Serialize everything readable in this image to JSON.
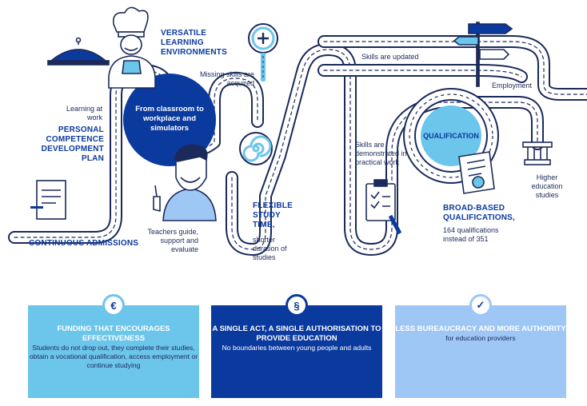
{
  "labels": {
    "versatile": "VERSATILE LEARNING ENVIRONMENTS",
    "missing_skills": "Missing skills are acquired",
    "skills_updated": "Skills are updated",
    "employment": "Employment",
    "learning_at_work": "Learning at work",
    "personal_plan": "PERSONAL COMPETENCE DEVELOPMENT PLAN",
    "from_classroom": "From classroom to workplace and simulators",
    "continuous_admissions": "CONTINUOUS ADMISSIONS",
    "teachers_guide": "Teachers guide, support and evaluate",
    "flexible_title": "FLEXIBLE STUDY TIME,",
    "flexible_desc": "shorter duration of studies",
    "skills_demonstrated": "Skills are demonstrated in practical work",
    "qualification": "QUALIFICATION",
    "broad_title": "BROAD-BASED QUALIFICATIONS,",
    "broad_desc": "164 qualifications instead of 351",
    "higher_education": "Higher education studies"
  },
  "boxes": [
    {
      "icon": "€",
      "title": "FUNDING THAT ENCOURAGES EFFECTIVENESS",
      "desc": "Students do not drop out, they complete their studies, obtain a vocational qualification, access employment or continue studying",
      "bg": "#6cc5ea"
    },
    {
      "icon": "§",
      "title": "A SINGLE ACT, A SINGLE AUTHORISATION TO PROVIDE EDUCATION",
      "desc": "No boundaries between young people and adults",
      "bg": "#0b3a9e"
    },
    {
      "icon": "✓",
      "title": "LESS BUREAUCRACY AND MORE AUTHORITY",
      "desc": "for education providers",
      "bg": "#9fc7f6"
    }
  ],
  "colors": {
    "navy": "#0b3a9e",
    "road": "#1b2a5a",
    "light_blue": "#6cc5ea",
    "pale_blue": "#9fc7f6"
  }
}
